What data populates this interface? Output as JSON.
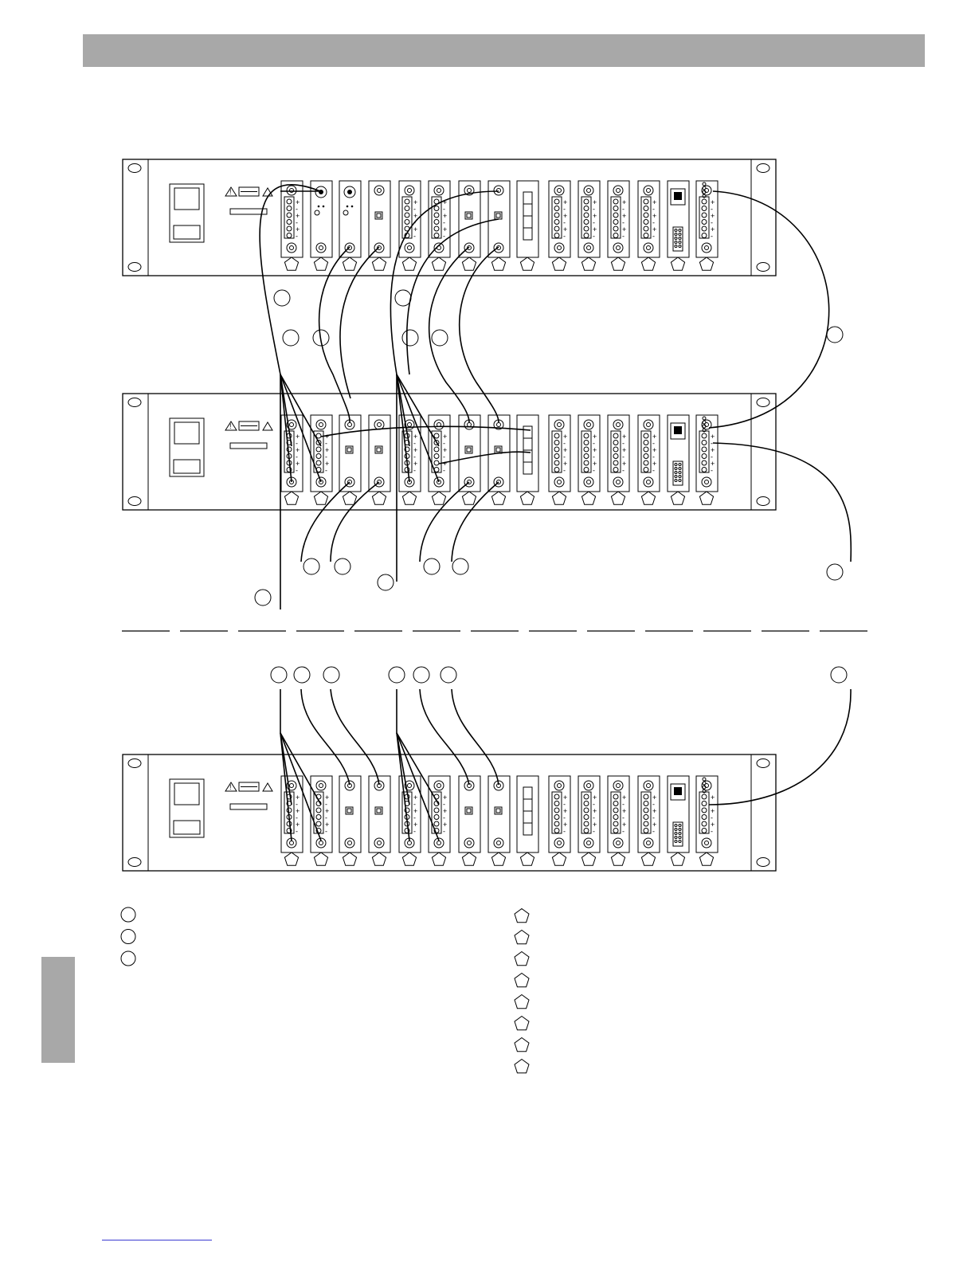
{
  "page": {
    "header_color": "#a8a8a8",
    "tab_color": "#a8a8a8",
    "line_color": "#000000"
  },
  "racks": [
    {
      "id": "rack-top",
      "slots": 15
    },
    {
      "id": "rack-middle",
      "slots": 15
    },
    {
      "id": "rack-bottom",
      "slots": 15
    }
  ],
  "legend": {
    "circle_markers": 3,
    "pentagon_markers": 8
  },
  "icons": [
    "warning-triangle-icon",
    "fuse-icon",
    "rj45-port-icon",
    "db15-port-icon",
    "bnc-connector-icon",
    "terminal-block-icon"
  ]
}
